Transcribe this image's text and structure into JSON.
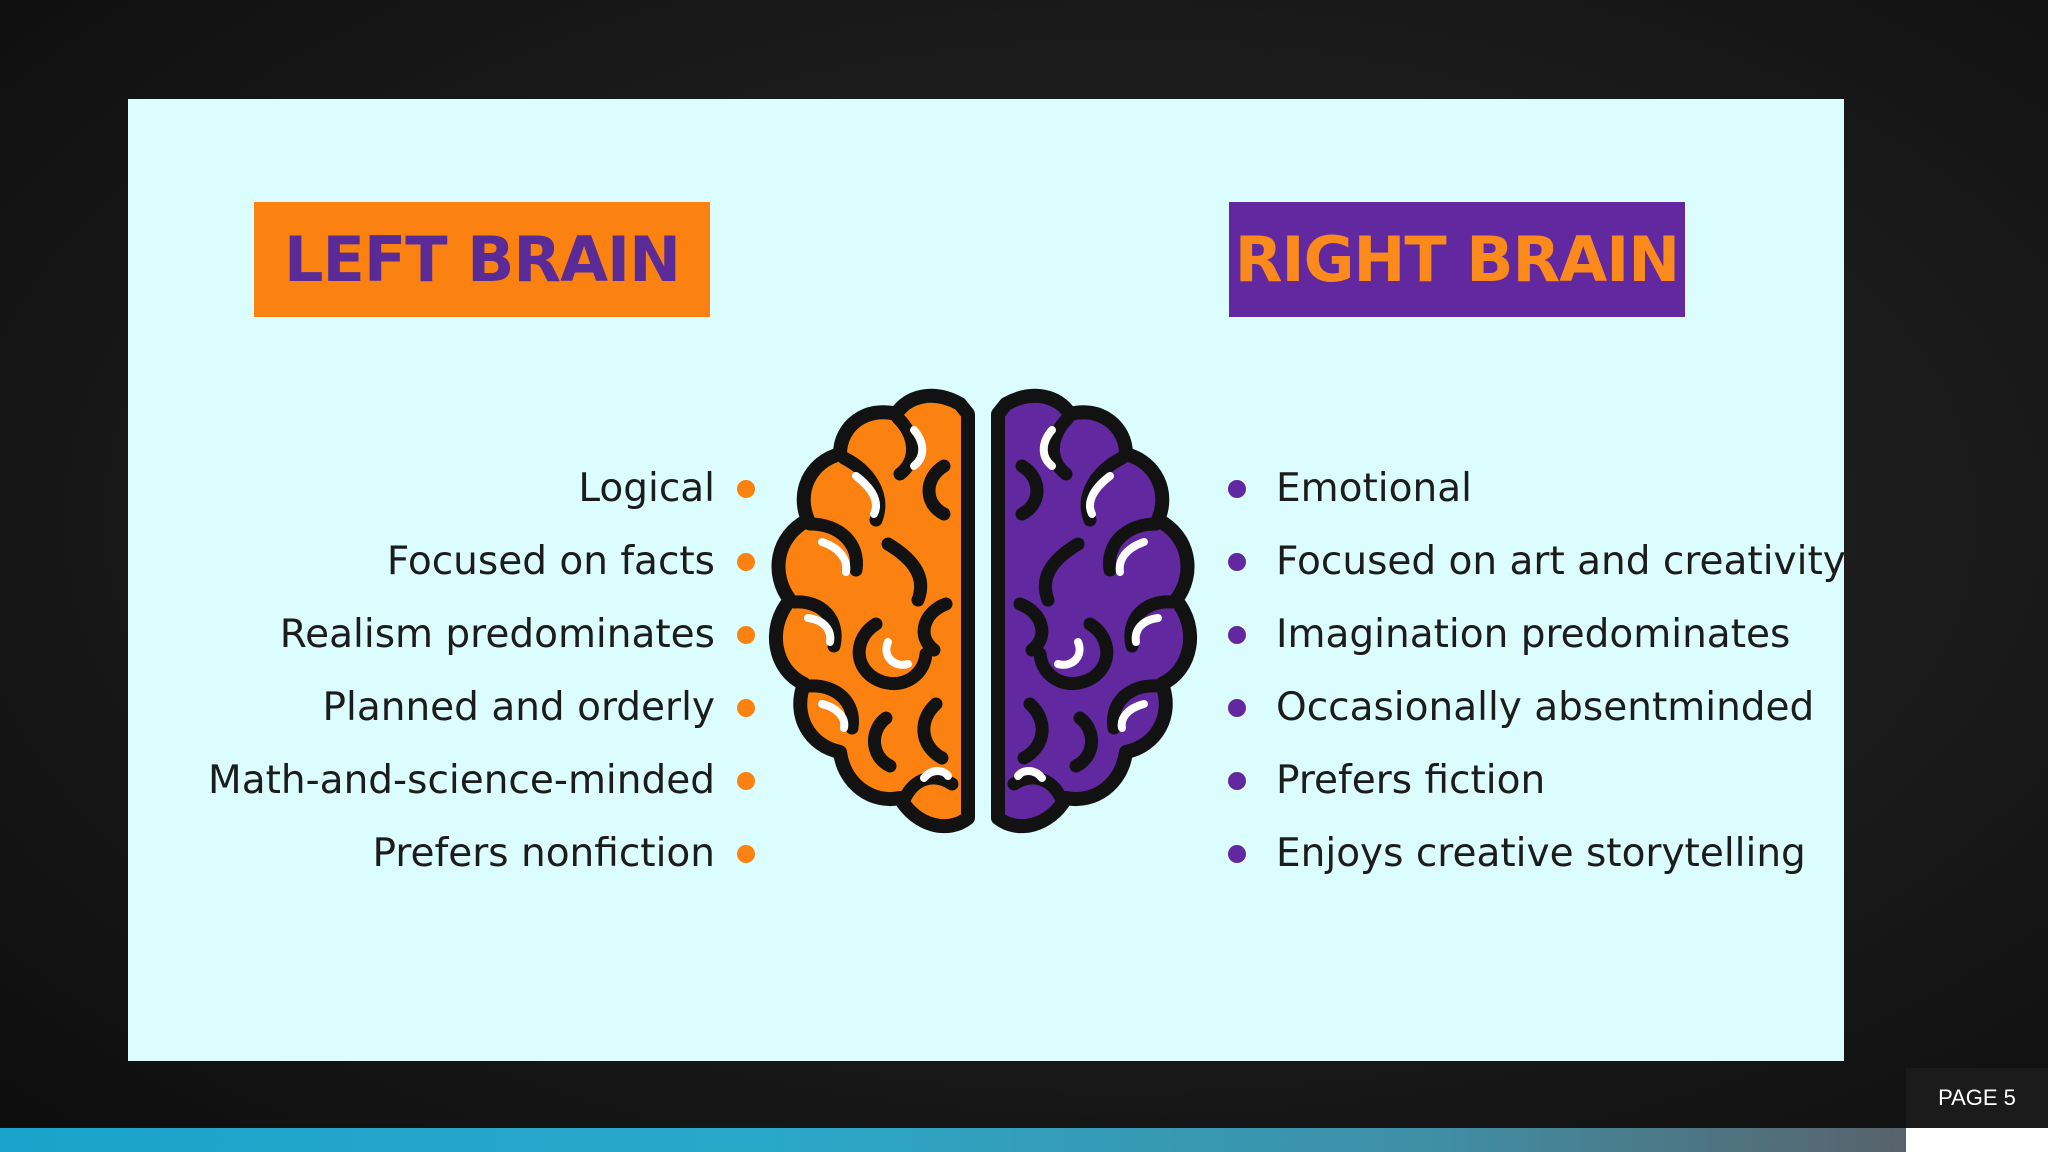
{
  "slide": {
    "left_title": "LEFT BRAIN",
    "right_title": "RIGHT BRAIN",
    "left_traits": [
      "Logical",
      "Focused on facts",
      "Realism predominates",
      "Planned and orderly",
      "Math-and-science-minded",
      "Prefers nonfiction"
    ],
    "right_traits": [
      "Emotional",
      "Focused on art and creativity",
      "Imagination predominates",
      "Occasionally absentminded",
      "Prefers fiction",
      "Enjoys creative storytelling"
    ],
    "brain_icon": "brain-icon"
  },
  "colors": {
    "left_accent": "#fb8210",
    "right_accent": "#6128a0",
    "panel_background": "#dcfdfe",
    "footer_accent": "#1aa3cc"
  },
  "footer": {
    "page_label": "PAGE 5"
  }
}
